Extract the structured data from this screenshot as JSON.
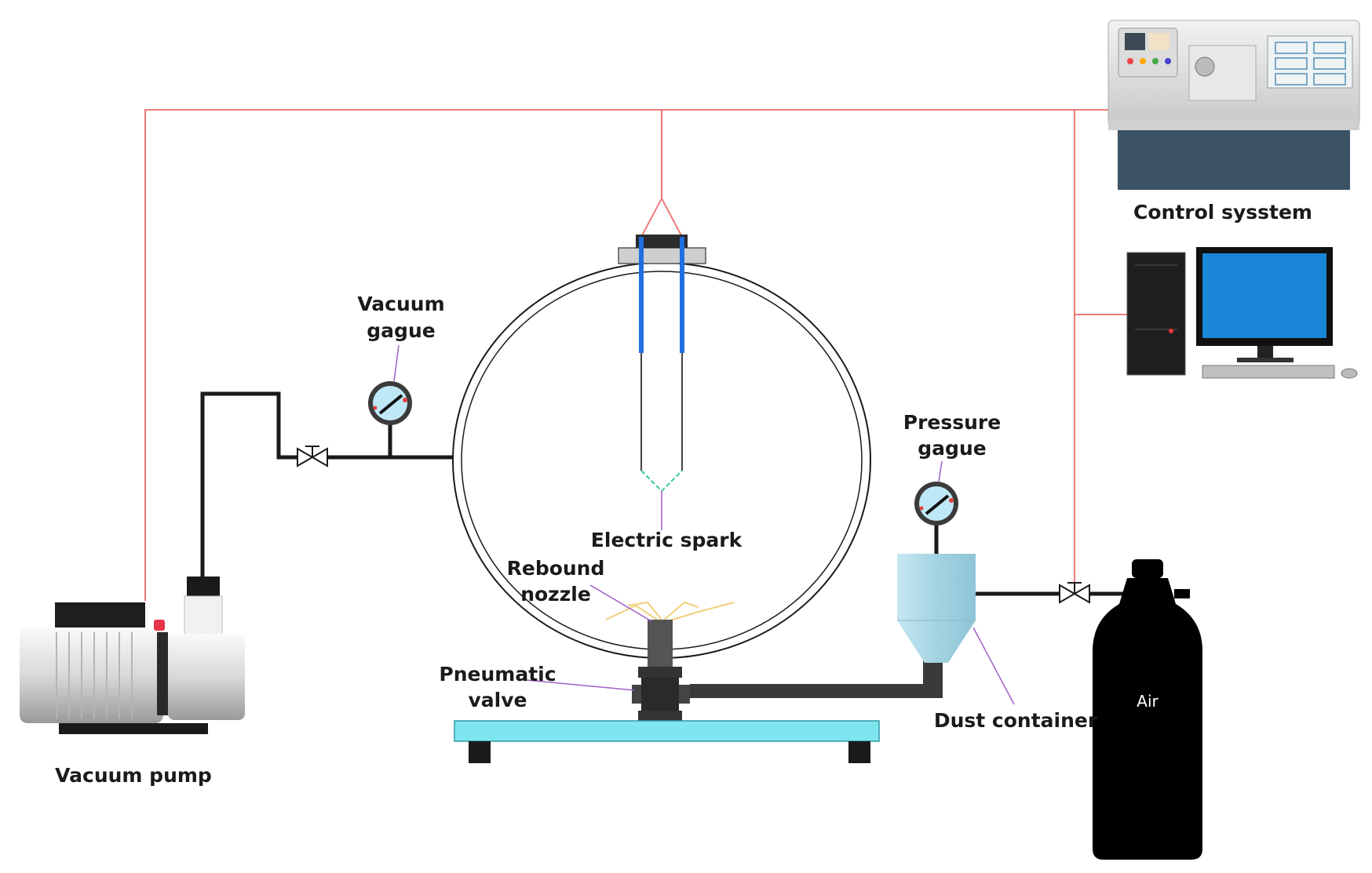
{
  "labels": {
    "control_system": "Control sysstem",
    "vacuum_gauge": [
      "Vacuum",
      "gague"
    ],
    "pressure_gauge": [
      "Pressure",
      "gague"
    ],
    "electric_spark": "Electric spark",
    "rebound_nozzle": [
      "Rebound",
      "nozzle"
    ],
    "pneumatic_valve": [
      "Pneumatic",
      "valve"
    ],
    "dust_container": "Dust container",
    "vacuum_pump": "Vacuum pump",
    "air_cylinder": "Air"
  },
  "colors": {
    "signal_line": "#f07a7a",
    "pipe": "#1a1a1a",
    "electrode": "#1f6fe0",
    "platform": "#7fe6f0",
    "monitor_screen": "#1a86d8",
    "gauge_face": "#bfe8f7",
    "leader_line": "#a05fc8",
    "spark": "#39c9a0",
    "dust_spray": "#f2cf7a",
    "cylinder": "#000000",
    "dust_container": "#a9d6e3"
  }
}
